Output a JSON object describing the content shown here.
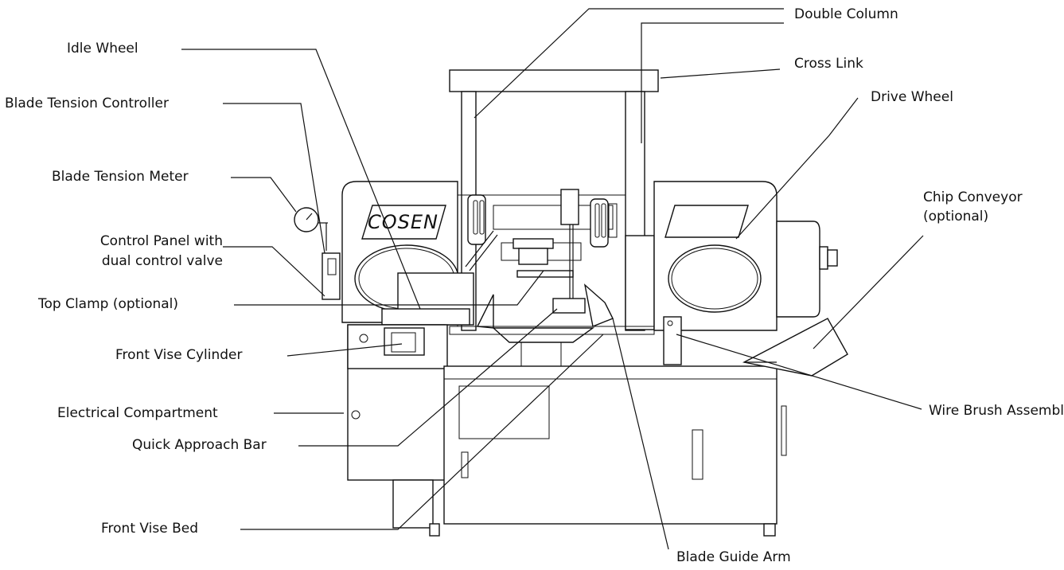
{
  "brand": "COSEN",
  "labels": {
    "idle_wheel": "Idle Wheel",
    "blade_tension_controller": "Blade Tension Controller",
    "blade_tension_meter": "Blade Tension Meter",
    "control_panel_1": "Control Panel with",
    "control_panel_2": "dual control valve",
    "top_clamp": "Top Clamp (optional)",
    "front_vise_cylinder": "Front Vise Cylinder",
    "electrical_compartment": "Electrical Compartment",
    "quick_approach_bar": "Quick Approach Bar",
    "front_vise_bed": "Front Vise Bed",
    "blade_guide_arm": "Blade Guide Arm",
    "double_column": "Double Column",
    "cross_link": "Cross Link",
    "drive_wheel": "Drive Wheel",
    "chip_conveyor_1": "Chip Conveyor",
    "chip_conveyor_2": "(optional)",
    "wire_brush_assembly": "Wire Brush Assembly"
  }
}
